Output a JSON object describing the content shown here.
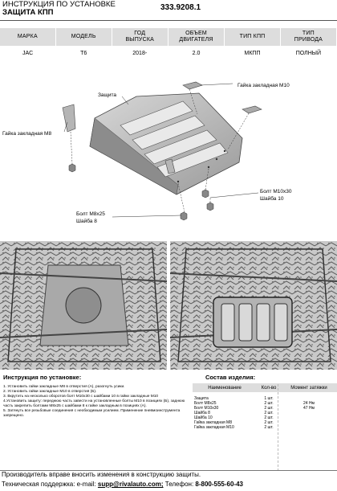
{
  "header": {
    "line1": "ИНСТРУКЦИЯ ПО УСТАНОВКЕ",
    "line2": "ЗАЩИТА КПП",
    "code": "333.9208.1"
  },
  "spec": {
    "headers": [
      "МАРКА",
      "МОДЕЛЬ",
      "ГОД ВЫПУСКА",
      "ОБЪЕМ ДВИГАТЕЛЯ",
      "ТИП КПП",
      "ТИП ПРИВОДА"
    ],
    "row": [
      "JAC",
      "T6",
      "2018-",
      "2.0",
      "МКПП",
      "ПОЛНЫЙ"
    ]
  },
  "diagram": {
    "labels": {
      "nut_m10": "Гайка закладная М10",
      "protection": "Защита",
      "nut_m8": "Гайка закладная М8",
      "bolt_m10_1": "Болт М10х30",
      "bolt_m10_2": "Шайба 10",
      "bolt_m8_1": "Болт М8х25",
      "bolt_m8_2": "Шайба 8"
    }
  },
  "instructions": {
    "title": "Инструкция по установке:",
    "steps": [
      "1. Установить гайки закладные М8 в отверстия (А), разогнуть усики.",
      "2. Установить гайки закладные М10 в отверстия (Б).",
      "3. Вкрутить на несколько оборотов болт М10х30 с шайбами 10 в гайки закладные М10",
      "4.Установить защиту: переднюю часть завести на установленные болты М10 в позициях (Б), заднюю часть закрепить болтами М8х25 с шайбами 8 к гайке закладным в позициях (А).",
      "5. Затянуть все резьбовые соединения с необходимым усилием. Применение пневмоинструмента запрещено."
    ]
  },
  "parts": {
    "title": "Состав изделия:",
    "headers": [
      "Наименование",
      "Кол-во",
      "Момент затяжки"
    ],
    "rows": [
      {
        "name": "Защита",
        "qty": "1 шт.",
        "torque": ""
      },
      {
        "name": "Болт М8х25",
        "qty": "2 шт.",
        "torque": "24 Нм"
      },
      {
        "name": "Болт М10х30",
        "qty": "2 шт.",
        "torque": "47 Нм"
      },
      {
        "name": "Шайба 8",
        "qty": "2 шт.",
        "torque": ""
      },
      {
        "name": "Шайба 10",
        "qty": "2 шт.",
        "torque": ""
      },
      {
        "name": "Гайка закладная М8",
        "qty": "2 шт.",
        "torque": ""
      },
      {
        "name": "Гайка закладная М10",
        "qty": "2 шт.",
        "torque": ""
      }
    ]
  },
  "footer": {
    "line1": "Производитель вправе вносить изменения в конструкцию защиты.",
    "support_label": "Техническая поддержка:",
    "email_label": "e-mail:",
    "email": "supp@rivalauto.com;",
    "phone_label": "Телефон:",
    "phone": "8-800-555-60-43"
  }
}
